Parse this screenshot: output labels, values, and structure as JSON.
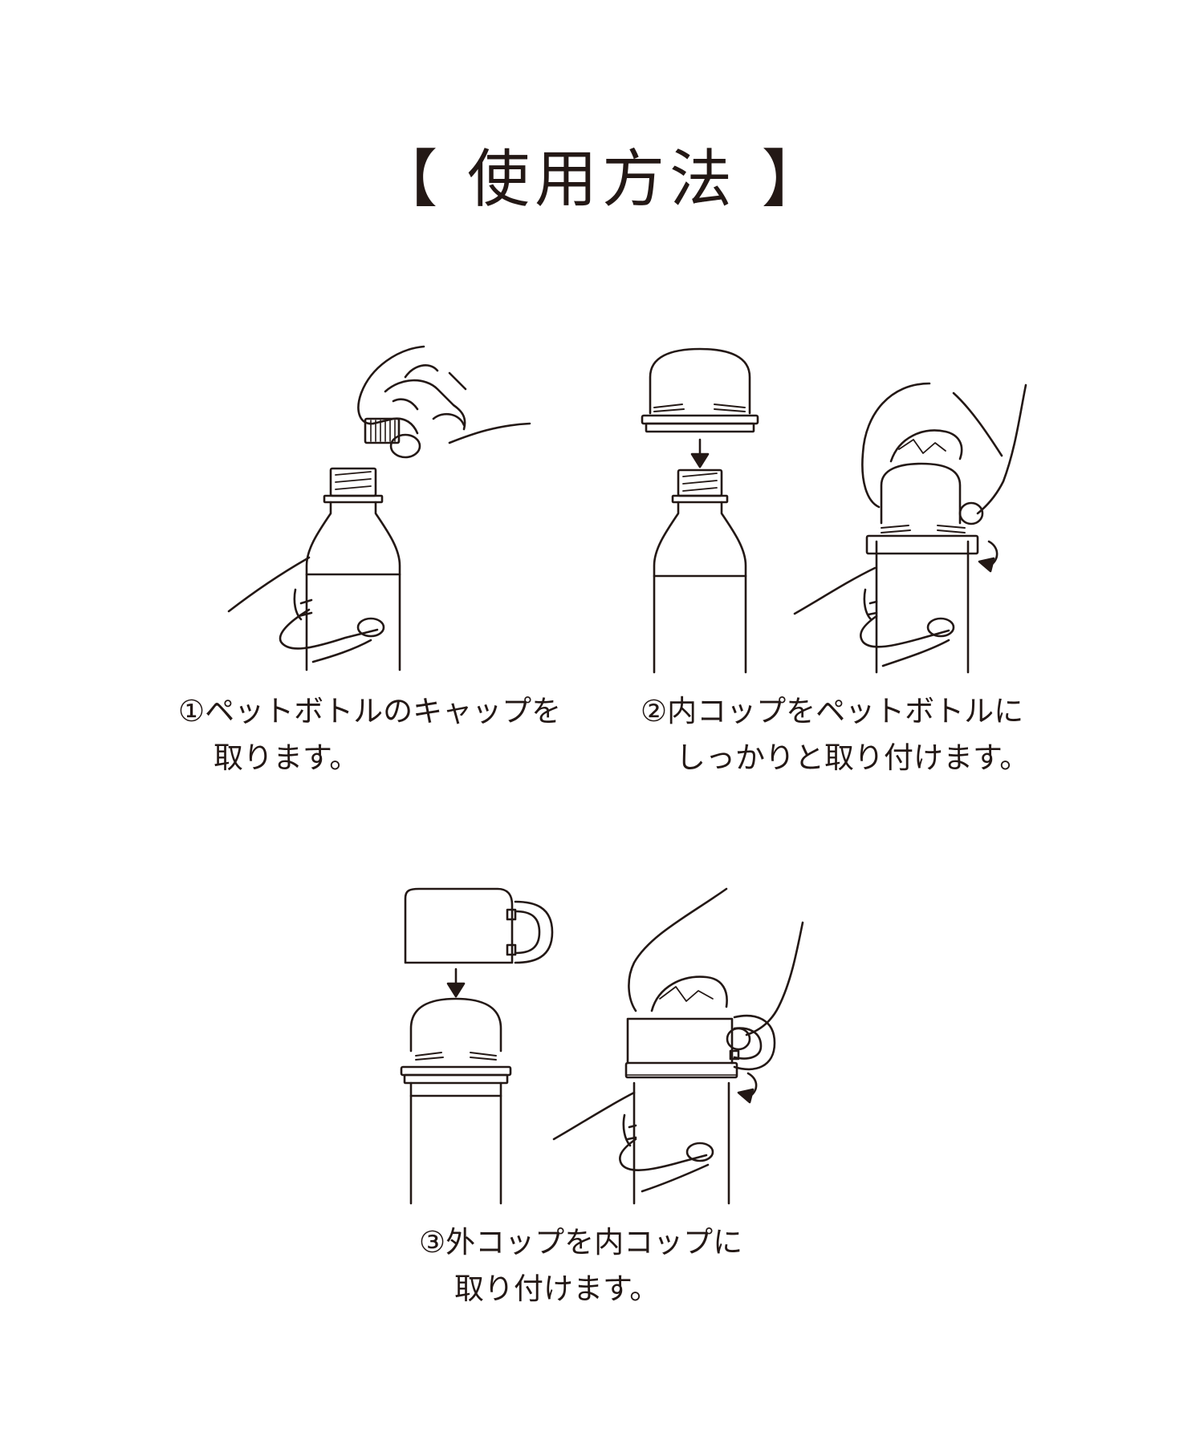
{
  "title": "【 使用方法 】",
  "steps": [
    {
      "number": "①",
      "line1": "ペットボトルのキャップを",
      "line2": "取ります。"
    },
    {
      "number": "②",
      "line1": "内コップをペットボトルに",
      "line2": "しっかりと取り付けます。"
    },
    {
      "number": "③",
      "line1": "外コップを内コップに",
      "line2": "取り付けます。"
    }
  ],
  "colors": {
    "ink": "#231815",
    "background": "#ffffff"
  }
}
